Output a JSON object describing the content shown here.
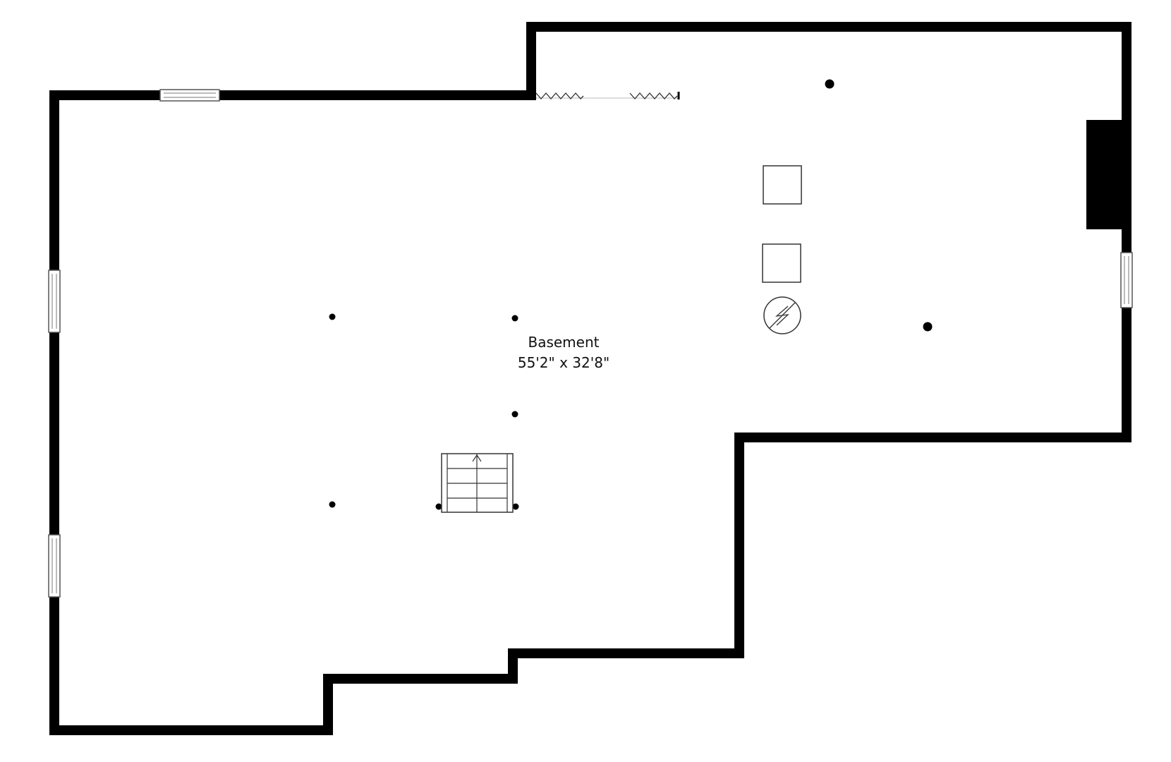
{
  "rooms": [
    {
      "name": "Basement",
      "dimensions": "55'2\" x 32'8\""
    }
  ],
  "colors": {
    "wall": "#000000",
    "background": "#ffffff",
    "fixture_stroke": "#333333"
  },
  "icons": [
    "window-icon",
    "bifold-door-icon",
    "stairs-icon",
    "electrical-panel-icon",
    "support-post-icon",
    "appliance-icon",
    "chimney-icon"
  ],
  "stairs": {
    "direction": "up"
  }
}
